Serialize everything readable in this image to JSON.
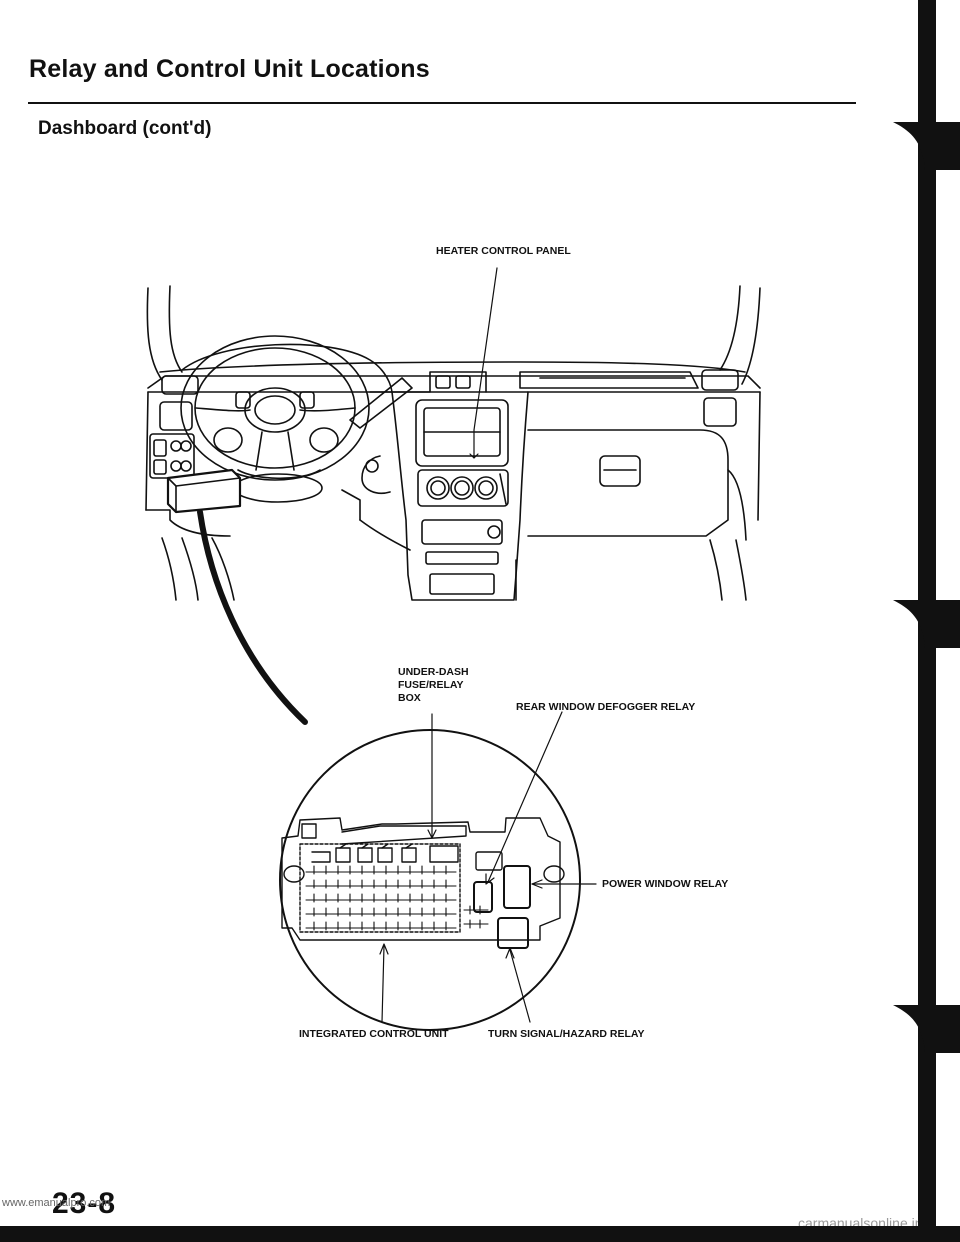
{
  "page": {
    "title": "Relay and Control Unit Locations",
    "section": "Dashboard (cont'd)",
    "page_number": "23-8",
    "watermark_left": "www.emanualpro.com",
    "watermark_right": "carmanualsonline.info"
  },
  "labels": {
    "heater_control_panel": "HEATER CONTROL PANEL",
    "under_dash_box": "UNDER-DASH FUSE/RELAY BOX",
    "rear_defogger_relay": "REAR WINDOW DEFOGGER RELAY",
    "power_window_relay": "POWER WINDOW RELAY",
    "integrated_control_unit": "INTEGRATED CONTROL UNIT",
    "turn_signal_relay": "TURN SIGNAL/HAZARD RELAY"
  },
  "colors": {
    "ink": "#111111",
    "paper": "#ffffff"
  }
}
